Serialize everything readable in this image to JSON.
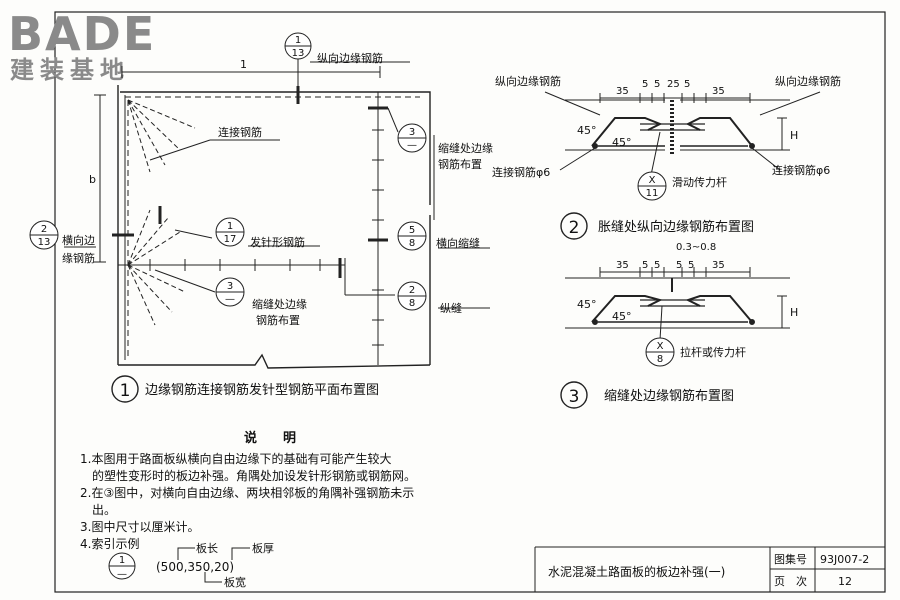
{
  "logo": {
    "brand": "BADE",
    "tagline": "建装基地"
  },
  "plan_view": {
    "dim_l": "1",
    "dim_b": "b",
    "ref_top": {
      "num": "1",
      "den": "13",
      "label": "纵向边缘钢筋"
    },
    "ref_left": {
      "num": "2",
      "den": "13",
      "label_line1": "横向边",
      "label_line2": "缘钢筋"
    },
    "lianjie": "连接钢筋",
    "ref_fazhen": {
      "num": "1",
      "den": "17",
      "label": "发针形钢筋"
    },
    "ref_suofeng_left": {
      "num": "3",
      "den": "—",
      "label_line1": "缩缝处边缘",
      "label_line2": "钢筋布置"
    },
    "ref_suofeng_right": {
      "num": "3",
      "den": "—",
      "label_line1": "缩缝处边缘",
      "label_line2": "钢筋布置"
    },
    "ref_hengxiang": {
      "num": "5",
      "den": "8",
      "label": "横向缩缝"
    },
    "ref_zongfeng": {
      "num": "2",
      "den": "8",
      "label": "纵缝"
    },
    "caption_num": "1",
    "caption": "边缘钢筋连接钢筋发针型钢筋平面布置图"
  },
  "section2": {
    "label_left_top": "纵向边缘钢筋",
    "label_right_top": "纵向边缘钢筋",
    "dims": [
      "35",
      "5",
      "5",
      "25",
      "5",
      "35"
    ],
    "angle1": "45°",
    "angle2": "45°",
    "h": "H",
    "label_left_bot": "连接钢筋φ6",
    "label_right_bot": "连接钢筋φ6",
    "ref": {
      "num": "X",
      "den": "11"
    },
    "ref_label": "滑动传力杆",
    "caption_num": "2",
    "caption": "胀缝处纵向边缘钢筋布置图"
  },
  "section3": {
    "gap": "0.3~0.8",
    "dims": [
      "35",
      "5",
      "5",
      "5",
      "5",
      "35"
    ],
    "angle1": "45°",
    "angle2": "45°",
    "h": "H",
    "ref": {
      "num": "X",
      "den": "8"
    },
    "ref_label": "拉杆或传力杆",
    "caption_num": "3",
    "caption": "缩缝处边缘钢筋布置图"
  },
  "notes": {
    "heading": "说　　明",
    "items": [
      "1.本图用于路面板纵横向自由边缘下的基础有可能产生较大",
      "的塑性变形时的板边补强。角隅处加设发针形钢筋或钢筋网。",
      "2.在③图中，对横向自由边缘、两块相邻板的角隅补强钢筋未示",
      "出。",
      "3.图中尺寸以厘米计。",
      "4.索引示例"
    ],
    "example": {
      "num": "1",
      "den": "—",
      "length_label": "板长",
      "thickness_label": "板厚",
      "values": "(500,350,20)",
      "width_label": "板宽"
    }
  },
  "title_block": {
    "title": "水泥混凝土路面板的板边补强(一)",
    "atlas_label": "图集号",
    "atlas_no": "93J007-2",
    "page_label": "页　次",
    "page_no": "12"
  }
}
